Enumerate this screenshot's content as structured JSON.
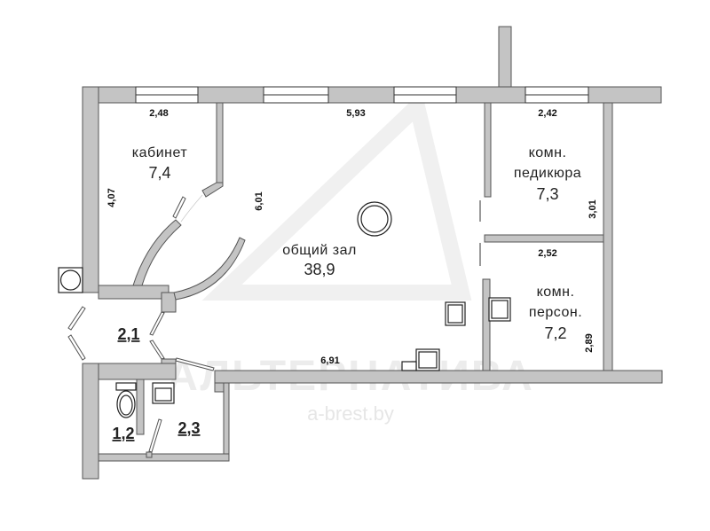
{
  "plan": {
    "rooms": [
      {
        "id": "office",
        "name": "кабинет",
        "area": "7,4"
      },
      {
        "id": "hall",
        "name": "общий зал",
        "area": "38,9"
      },
      {
        "id": "pedicure",
        "name_line1": "комн.",
        "name_line2": "педикюра",
        "area": "7,3"
      },
      {
        "id": "staff",
        "name_line1": "комн.",
        "name_line2": "персон.",
        "area": "7,2"
      },
      {
        "id": "vestibule",
        "area": "2,1"
      },
      {
        "id": "wc",
        "area": "1,2"
      },
      {
        "id": "washroom",
        "area": "2,3"
      }
    ],
    "dimensions": {
      "office_width": "2,48",
      "office_height": "4,07",
      "hall_top_width": "5,93",
      "hall_height": "6,01",
      "hall_bottom_width": "6,91",
      "pedicure_width": "2,42",
      "pedicure_height": "3,01",
      "staff_width": "2,52",
      "staff_height": "2,89"
    },
    "watermark": {
      "brand": "АЛЬТЕРНАТИВА",
      "url": "a-brest.by"
    },
    "colors": {
      "wall_fill": "#c4c4c4",
      "wall_stroke": "#555555",
      "background": "#ffffff"
    }
  }
}
